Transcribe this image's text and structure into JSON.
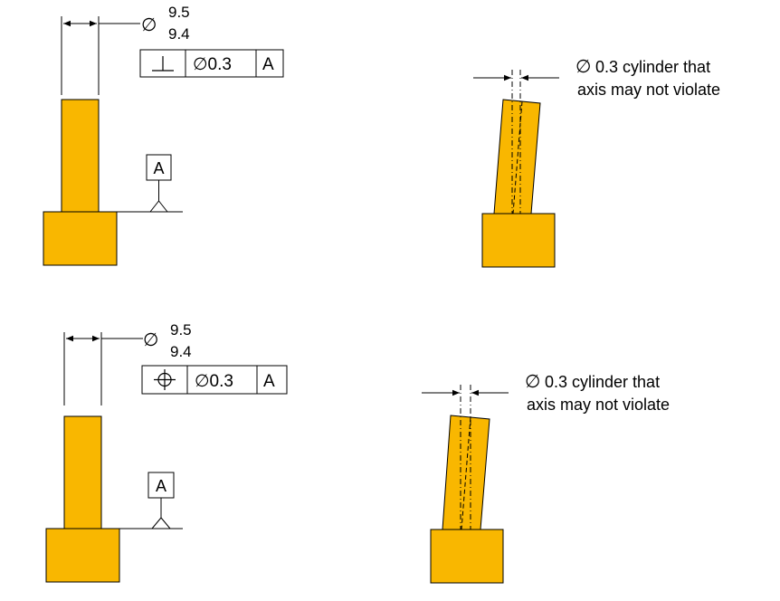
{
  "colors": {
    "part_fill": "#F9B700",
    "outline": "#000000",
    "axis_line": "#000000",
    "background": "#ffffff"
  },
  "top_callout": {
    "diameter_symbol": "∅",
    "limit_upper": "9.5",
    "limit_lower": "9.4",
    "characteristic_symbol": "perpendicularity-icon",
    "tolerance": "∅0.3",
    "datum": "A"
  },
  "top_datum_label": "A",
  "top_zone": {
    "diameter_symbol": "∅",
    "line1": "0.3 cylinder that",
    "line2": "axis may not violate"
  },
  "bottom_callout": {
    "diameter_symbol": "∅",
    "limit_upper": "9.5",
    "limit_lower": "9.4",
    "characteristic_symbol": "position-icon",
    "tolerance": "∅0.3",
    "datum": "A"
  },
  "bottom_datum_label": "A",
  "bottom_zone": {
    "diameter_symbol": "∅",
    "line1": "0.3 cylinder that",
    "line2": "axis may not violate"
  }
}
